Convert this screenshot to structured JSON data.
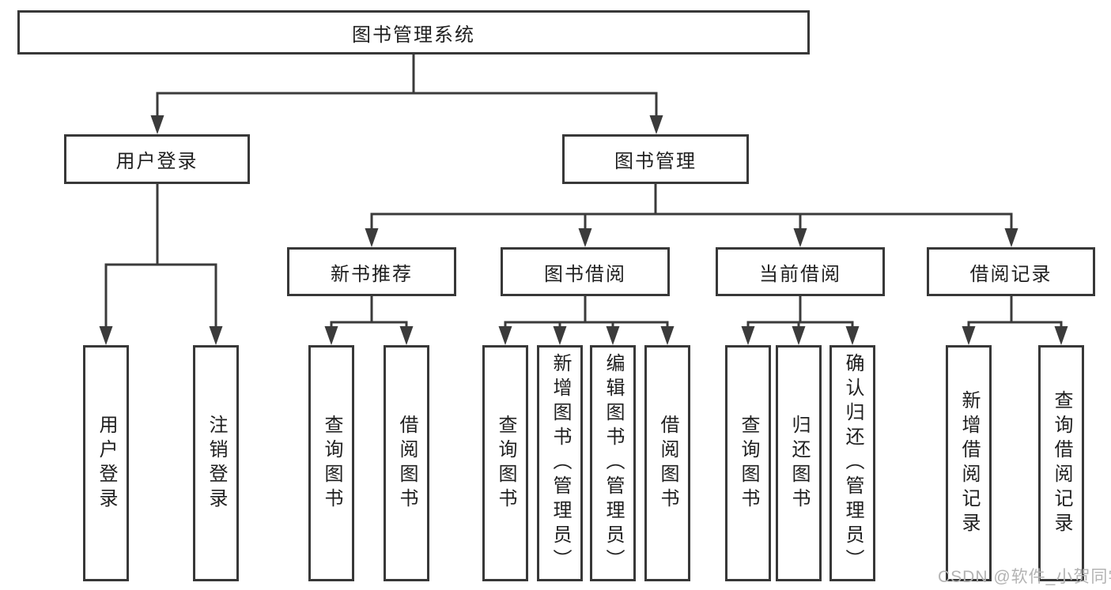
{
  "tree": {
    "label": "图书管理系统",
    "children": [
      {
        "label": "用户登录",
        "children": [
          {
            "label": "用户登录"
          },
          {
            "label": "注销登录"
          }
        ]
      },
      {
        "label": "图书管理",
        "children": [
          {
            "label": "新书推荐",
            "children": [
              {
                "label": "查询图书"
              },
              {
                "label": "借阅图书"
              }
            ]
          },
          {
            "label": "图书借阅",
            "children": [
              {
                "label": "查询图书"
              },
              {
                "label": "新增图书（管理员）"
              },
              {
                "label": "编辑图书（管理员）"
              },
              {
                "label": "借阅图书"
              }
            ]
          },
          {
            "label": "当前借阅",
            "children": [
              {
                "label": "查询图书"
              },
              {
                "label": "归还图书"
              },
              {
                "label": "确认归还（管理员）"
              }
            ]
          },
          {
            "label": "借阅记录",
            "children": [
              {
                "label": "新增借阅记录"
              },
              {
                "label": "查询借阅记录"
              }
            ]
          }
        ]
      }
    ]
  },
  "watermark": "CSDN @软件_小贺同学",
  "colors": {
    "line": "#3b3b3b",
    "box_border": "#383838",
    "box_fill": "#ffffff",
    "text": "#1f1f1f",
    "watermark": "#b3b3b3",
    "background": "#ffffff"
  }
}
